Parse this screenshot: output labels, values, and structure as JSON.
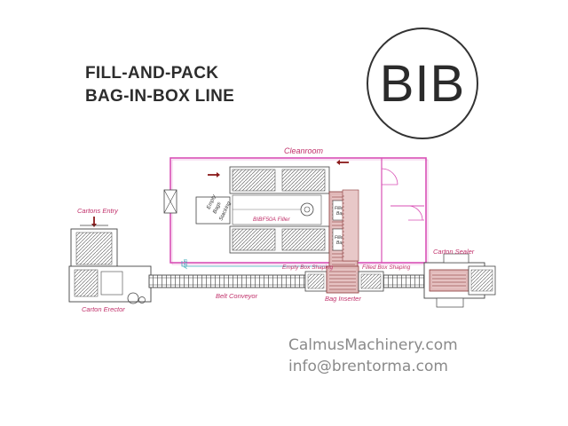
{
  "title": {
    "line1": "FILL-AND-PACK",
    "line2": "BAG-IN-BOX LINE"
  },
  "logo": {
    "text": "BIB"
  },
  "diagram": {
    "cleanroom": "Cleanroom",
    "cartons_entry": "Cartons Entry",
    "carton_erector": "Carton Erector",
    "belt_conveyor": "Belt Conveyor",
    "bag_inserter": "Bag Inserter",
    "empty_box_shaping": "Empty Box Shaping",
    "filled_box_shaping": "Filled Box Shaping",
    "carton_sealer": "Carton Sealer",
    "filler": "BIBF50A Filler",
    "empty_bags_stacking": [
      "Empty",
      "Bags",
      "Stacking"
    ],
    "filled_bag_1": [
      "Filled",
      "Bag"
    ],
    "filled_bag_2": [
      "Filled",
      "Bag"
    ],
    "small_mark": "ABB"
  },
  "contact": {
    "website": "CalmusMachinery.com",
    "email": "info@brentorma.com"
  },
  "colors": {
    "cleanroom_line": "#d94fb5",
    "label": "#c0306a",
    "arrow": "#8b1a1a",
    "machine_fill": "#e0b8b8",
    "drawing": "#444444",
    "conveyor_guide": "#39a7b8"
  }
}
